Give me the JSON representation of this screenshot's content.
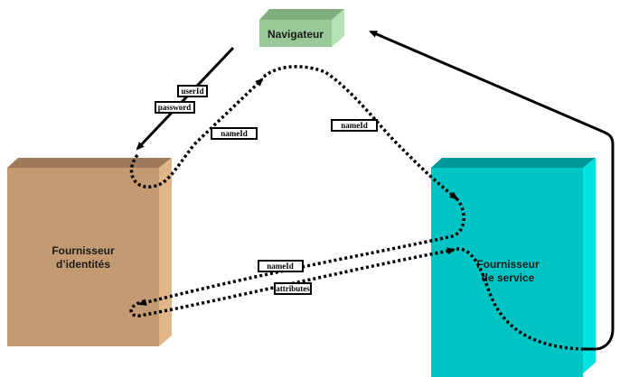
{
  "nodes": {
    "browser": {
      "label": "Navigateur",
      "colors": {
        "front": "#99c999",
        "top": "#7fae7f",
        "side": "#b5e3b5"
      }
    },
    "identity_provider": {
      "label_lines": [
        "Fournisseur",
        "d’identités"
      ],
      "colors": {
        "front": "#c49a72",
        "top": "#9e7a5a",
        "side": "#e0b688"
      }
    },
    "service_provider": {
      "label_lines": [
        "Fournisseur",
        "de service"
      ],
      "colors": {
        "front": "#00c4c4",
        "top": "#009797",
        "side": "#00e2e2"
      }
    }
  },
  "messages": {
    "user_id": "userId",
    "password": "password",
    "name_id_idp_to_browser": "nameId",
    "name_id_browser_to_sp": "nameId",
    "name_id_sp_to_idp": "nameId",
    "attributes": "attributes"
  }
}
